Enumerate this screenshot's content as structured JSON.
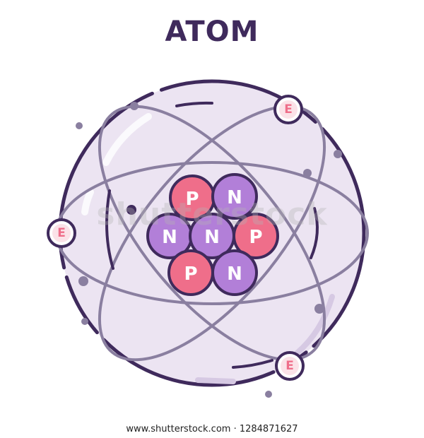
{
  "title": "ATOM",
  "watermark": "shutterstock",
  "footer": "www.shutterstock.com · 1284871627",
  "particles": {
    "proton_label": "P",
    "neutron_label": "N",
    "electron_label": "E"
  },
  "nucleus": [
    {
      "type": "proton"
    },
    {
      "type": "neutron"
    },
    {
      "type": "neutron"
    },
    {
      "type": "neutron"
    },
    {
      "type": "proton"
    },
    {
      "type": "proton"
    },
    {
      "type": "neutron"
    }
  ],
  "electrons": 3,
  "colors": {
    "outline": "#3f2a5c",
    "proton": "#ef6e8a",
    "neutron": "#b27fd8",
    "sphere": "#ece4f2",
    "orbit": "#8a7fa0"
  }
}
